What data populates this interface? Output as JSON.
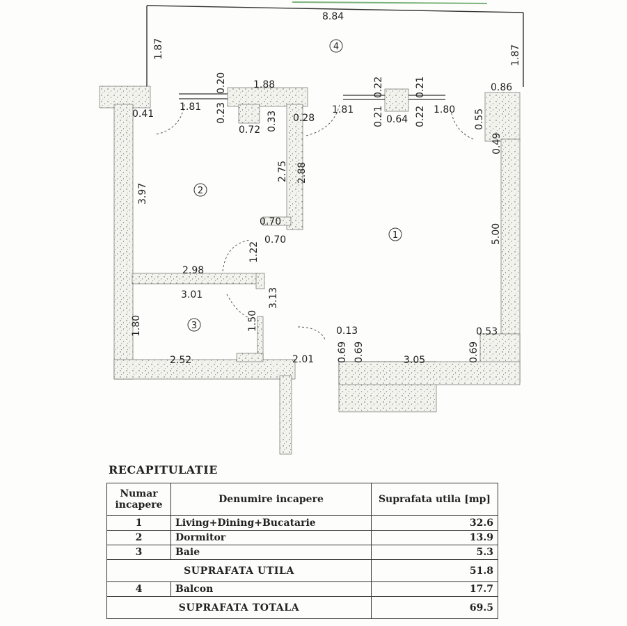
{
  "plan": {
    "room_labels": [
      "1",
      "2",
      "3",
      "4"
    ],
    "dimensions": {
      "balcony_width": "8.84",
      "balcony_depth_left": "1.87",
      "balcony_depth_right": "1.87",
      "opening_left": "1.81",
      "opening_center": "1.81",
      "opening_right": "1.80",
      "pier_left": "0.41",
      "pier_block": "1.88",
      "pier_block_top": "0.20",
      "pier_block_side": "0.23",
      "pier_block_bottom": "0.72",
      "pier_block_inner": "0.33",
      "pier_gap": "0.28",
      "col_top_left": "0.22",
      "col_top_right": "0.21",
      "col_bottom_left": "0.21",
      "col_bottom_right": "0.22",
      "col_width": "0.64",
      "right_wall_top": "0.86",
      "right_jamb_1": "0.55",
      "right_jamb_2": "0.49",
      "bedroom_depth": "3.97",
      "bedroom_wall_1": "2.75",
      "bedroom_wall_2": "2.88",
      "recess_top": "0.70",
      "recess_bottom": "0.70",
      "door_bedroom": "1.22",
      "bedroom_width": "2.98",
      "bath_width_top": "3.01",
      "hall_length": "3.13",
      "bath_depth": "1.80",
      "door_bath": "1.50",
      "bath_width": "2.52",
      "hall_width": "2.01",
      "jamb_a": "0.69",
      "jamb_b": "0.69",
      "jamb_top": "0.13",
      "living_width_bottom": "3.05",
      "living_jamb": "0.69",
      "living_corner": "0.53",
      "living_depth": "5.00"
    }
  },
  "recap": {
    "title": "RECAPITULATIE",
    "headers": [
      "Numar incapere",
      "Denumire incapere",
      "Suprafata utila [mp]"
    ],
    "rows": [
      {
        "nr": "1",
        "name": "Living+Dining+Bucatarie",
        "area": "32.6"
      },
      {
        "nr": "2",
        "name": "Dormitor",
        "area": "13.9"
      },
      {
        "nr": "3",
        "name": "Baie",
        "area": "5.3"
      }
    ],
    "subtotal": {
      "label": "SUPRAFATA UTILA",
      "area": "51.8"
    },
    "balcony": {
      "nr": "4",
      "name": "Balcon",
      "area": "17.7"
    },
    "total": {
      "label": "SUPRAFATA TOTALA",
      "area": "69.5"
    }
  }
}
